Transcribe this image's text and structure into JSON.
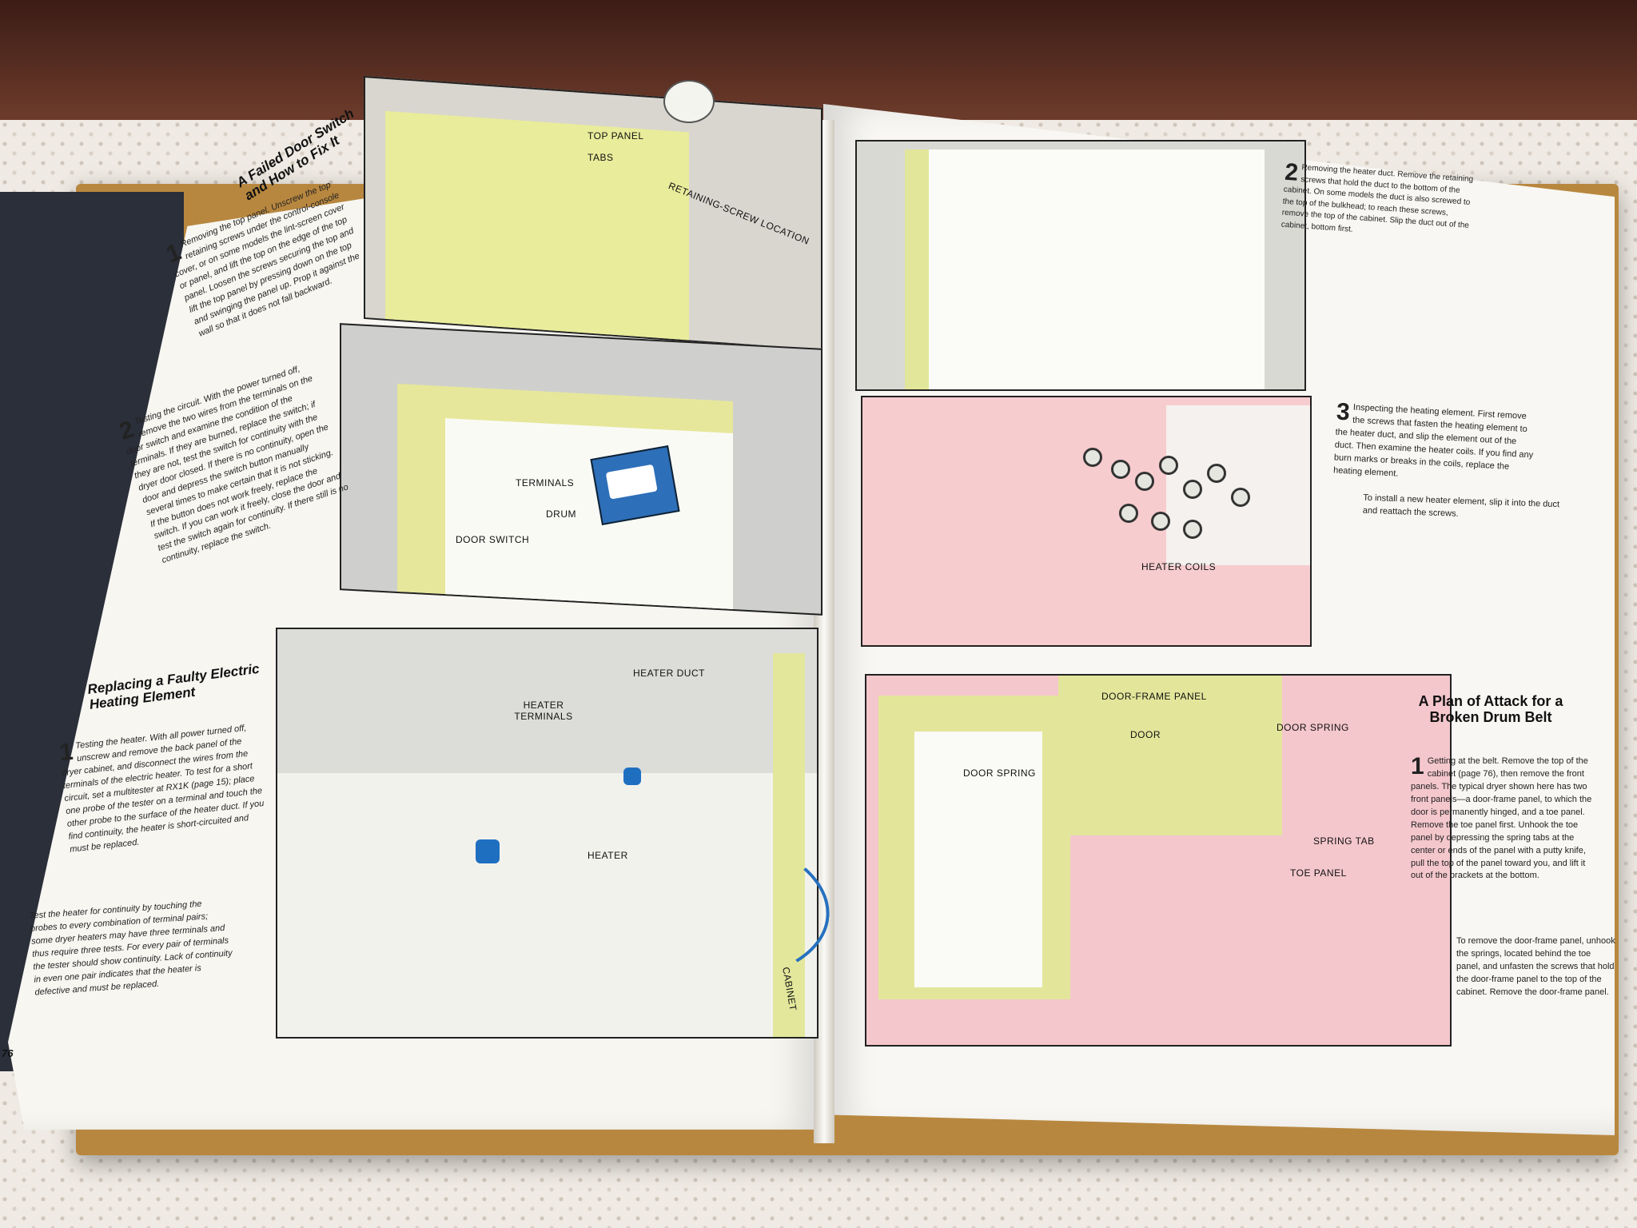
{
  "scene": {
    "description_colors": {
      "wood": "#5a2f23",
      "lace": "#efeae3",
      "cover": "#b8873f",
      "page": "#f7f6f1",
      "yellow": "#e6e79a",
      "pink": "#f4c7cc",
      "blue": "#2671bf"
    }
  },
  "left_page": {
    "page_number": "76",
    "section1": {
      "title": "A Failed Door Switch and How to Fix It",
      "step1": {
        "num": "1",
        "text": "Removing the top panel. Unscrew the top retaining screws under the control-console cover, or on some models the lint-screen cover or panel, and lift the top on the edge of the top panel. Loosen the screws securing the top and lift the top panel by pressing down on the top and swinging the panel up. Prop it against the wall so that it does not fall backward."
      },
      "step2": {
        "num": "2",
        "text": "Testing the circuit. With the power turned off, remove the two wires from the terminals on the door switch and examine the condition of the terminals. If they are burned, replace the switch; if they are not, test the switch for continuity with the dryer door closed. If there is no continuity, open the door and depress the switch button manually several times to make certain that it is not sticking. If the button does not work freely, replace the switch. If you can work it freely, close the door and test the switch again for continuity. If there still is no continuity, replace the switch."
      }
    },
    "section2": {
      "title": "Replacing a Faulty Electric Heating Element",
      "step1": {
        "num": "1",
        "text": "Testing the heater. With all power turned off, unscrew and remove the back panel of the dryer cabinet, and disconnect the wires from the terminals of the electric heater. To test for a short circuit, set a multitester at RX1K (page 15); place one probe of the tester on a terminal and touch the other probe to the surface of the heater duct. If you find continuity, the heater is short-circuited and must be replaced."
      },
      "para": "Test the heater for continuity by touching the probes to every combination of terminal pairs; some dryer heaters may have three terminals and thus require three tests. For every pair of terminals the tester should show continuity. Lack of continuity in even one pair indicates that the heater is defective and must be replaced."
    },
    "labels": {
      "top_panel": "TOP PANEL",
      "tabs": "TABS",
      "retaining_screw": "RETAINING-SCREW LOCATION",
      "terminals": "TERMINALS",
      "drum": "DRUM",
      "door_switch": "DOOR SWITCH",
      "heater_terminals": "HEATER TERMINALS",
      "heater_duct": "HEATER DUCT",
      "heater": "HEATER",
      "cabinet": "CABINET"
    }
  },
  "right_page": {
    "step2": {
      "num": "2",
      "text": "Removing the heater duct. Remove the retaining screws that hold the duct to the bottom of the cabinet. On some models the duct is also screwed to the top of the bulkhead; to reach these screws, remove the top of the cabinet. Slip the duct out of the cabinet, bottom first."
    },
    "step3": {
      "num": "3",
      "text": "Inspecting the heating element. First remove the screws that fasten the heating element to the heater duct, and slip the element out of the duct. Then examine the heater coils. If you find any burn marks or breaks in the coils, replace the heating element."
    },
    "step3_para": "To install a new heater element, slip it into the duct and reattach the screws.",
    "section3": {
      "title": "A Plan of Attack for a Broken Drum Belt",
      "step1": {
        "num": "1",
        "text": "Getting at the belt. Remove the top of the cabinet (page 76), then remove the front panels. The typical dryer shown here has two front panels—a door-frame panel, to which the door is permanently hinged, and a toe panel. Remove the toe panel first. Unhook the toe panel by depressing the spring tabs at the center or ends of the panel with a putty knife, pull the top of the panel toward you, and lift it out of the brackets at the bottom."
      },
      "para": "To remove the door-frame panel, unhook the springs, located behind the toe panel, and unfasten the screws that hold the door-frame panel to the top of the cabinet. Remove the door-frame panel."
    },
    "labels": {
      "heater_coils": "HEATER COILS",
      "door_frame_panel": "DOOR-FRAME PANEL",
      "door": "DOOR",
      "door_spring_top": "DOOR SPRING",
      "door_spring": "DOOR SPRING",
      "spring_tab": "SPRING TAB",
      "toe_panel": "TOE PANEL"
    }
  }
}
